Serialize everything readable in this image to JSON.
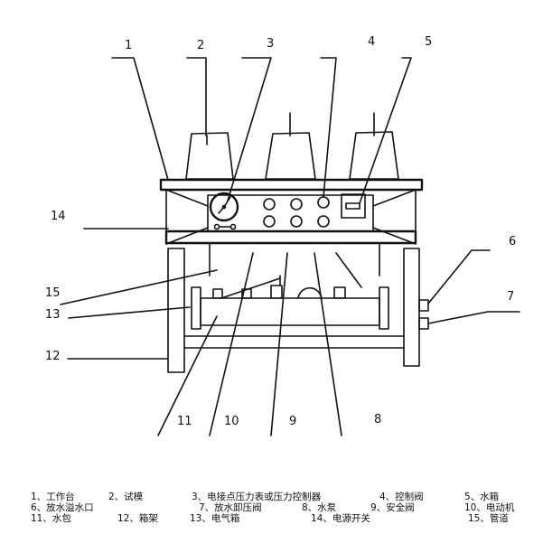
{
  "callouts": [
    "1",
    "2",
    "3",
    "4",
    "5",
    "6",
    "7",
    "8",
    "9",
    "10",
    "11",
    "12",
    "13",
    "14",
    "15"
  ],
  "legend": [
    [
      "1、工作台",
      "2、试模",
      "3、电接点压力表或压力控制器",
      "4、控制阀",
      "5、水箱"
    ],
    [
      "6、放水溢水口",
      "7、放水卸压阀",
      "8、水泵",
      "9、安全阀",
      "10、电动机"
    ],
    [
      "11、水包",
      "12、箱架",
      "13、电气箱",
      "14、电源开关",
      "15、管道"
    ]
  ]
}
